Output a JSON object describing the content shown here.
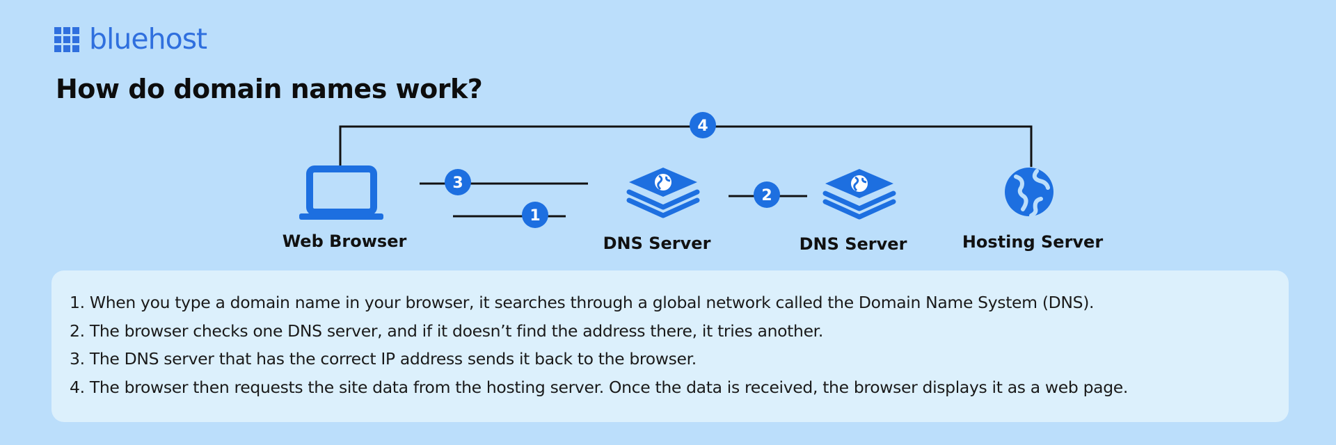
{
  "brand": {
    "name": "bluehost",
    "icon": "grid-logo-icon",
    "color": "#2f6fde"
  },
  "title": "How do domain names work?",
  "diagram": {
    "nodes": [
      {
        "id": "web-browser",
        "label": "Web Browser",
        "icon": "laptop-icon"
      },
      {
        "id": "dns-server-1",
        "label": "DNS Server",
        "icon": "dns-server-stack-icon"
      },
      {
        "id": "dns-server-2",
        "label": "DNS Server",
        "icon": "dns-server-stack-icon"
      },
      {
        "id": "hosting-server",
        "label": "Hosting Server",
        "icon": "globe-icon"
      }
    ],
    "connections": [
      {
        "step": "1",
        "from": "web-browser",
        "to": "dns-server-1"
      },
      {
        "step": "2",
        "from": "dns-server-1",
        "to": "dns-server-2"
      },
      {
        "step": "3",
        "from": "dns-server-1",
        "to": "web-browser"
      },
      {
        "step": "4",
        "from": "web-browser",
        "to": "hosting-server"
      }
    ],
    "accent_color": "#1d6fe0",
    "line_color": "#111111"
  },
  "steps": [
    "1. When you type a domain name in your browser, it searches through a global network called the Domain Name System (DNS).",
    "2. The browser checks one DNS server, and if it doesn’t find the address there, it tries another.",
    "3. The DNS server that has the correct IP address sends it back to the browser.",
    "4. The browser then requests the site data from the hosting server. Once the data is received, the browser displays it as a web page."
  ]
}
